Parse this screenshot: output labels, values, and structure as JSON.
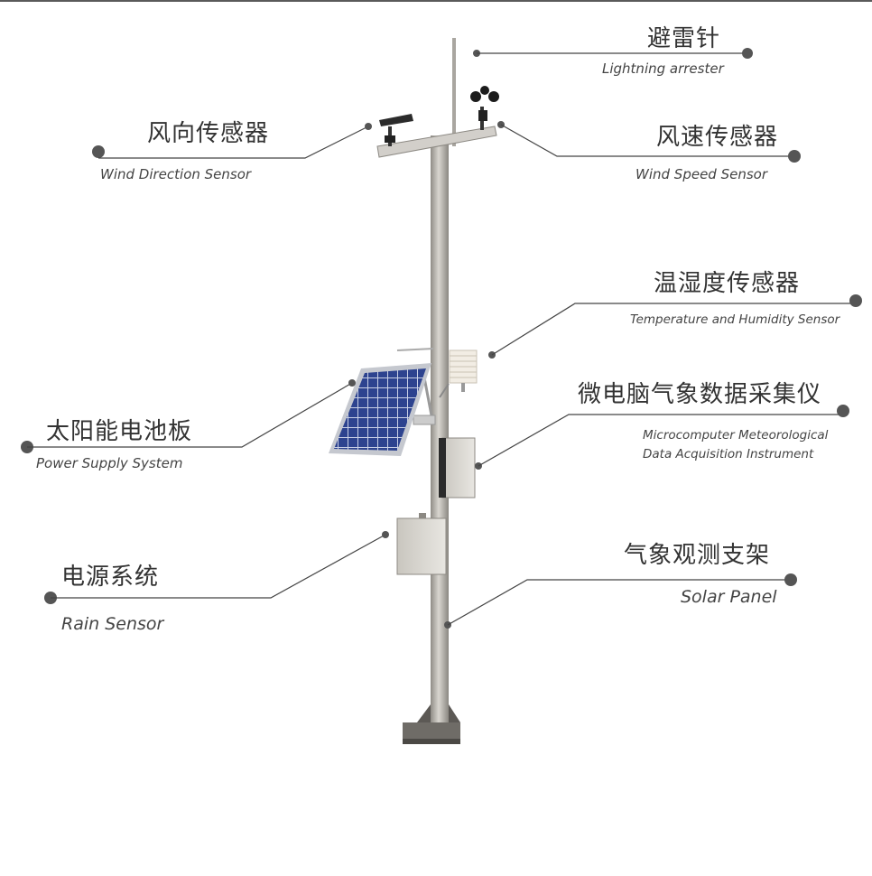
{
  "labels": {
    "lightning": {
      "cn": "避雷针",
      "en": "Lightning arrester"
    },
    "wind_direction": {
      "cn": "风向传感器",
      "en": "Wind Direction Sensor"
    },
    "wind_speed": {
      "cn": "风速传感器",
      "en": "Wind Speed Sensor"
    },
    "temp_humidity": {
      "cn": "温湿度传感器",
      "en": "Temperature and Humidity Sensor"
    },
    "solar": {
      "cn": "太阳能电池板",
      "en": "Power Supply System"
    },
    "data_logger": {
      "cn": "微电脑气象数据采集仪",
      "en_line1": "Microcomputer Meteorological",
      "en_line2": "Data Acquisition Instrument"
    },
    "power": {
      "cn": "电源系统",
      "en": "Rain Sensor"
    },
    "bracket": {
      "cn": "气象观测支架",
      "en": "Solar Panel"
    }
  },
  "colors": {
    "pole": "#b9b6b0",
    "panel_cells": "#2b3f8c",
    "text": "#333333",
    "leader": "#444444"
  }
}
